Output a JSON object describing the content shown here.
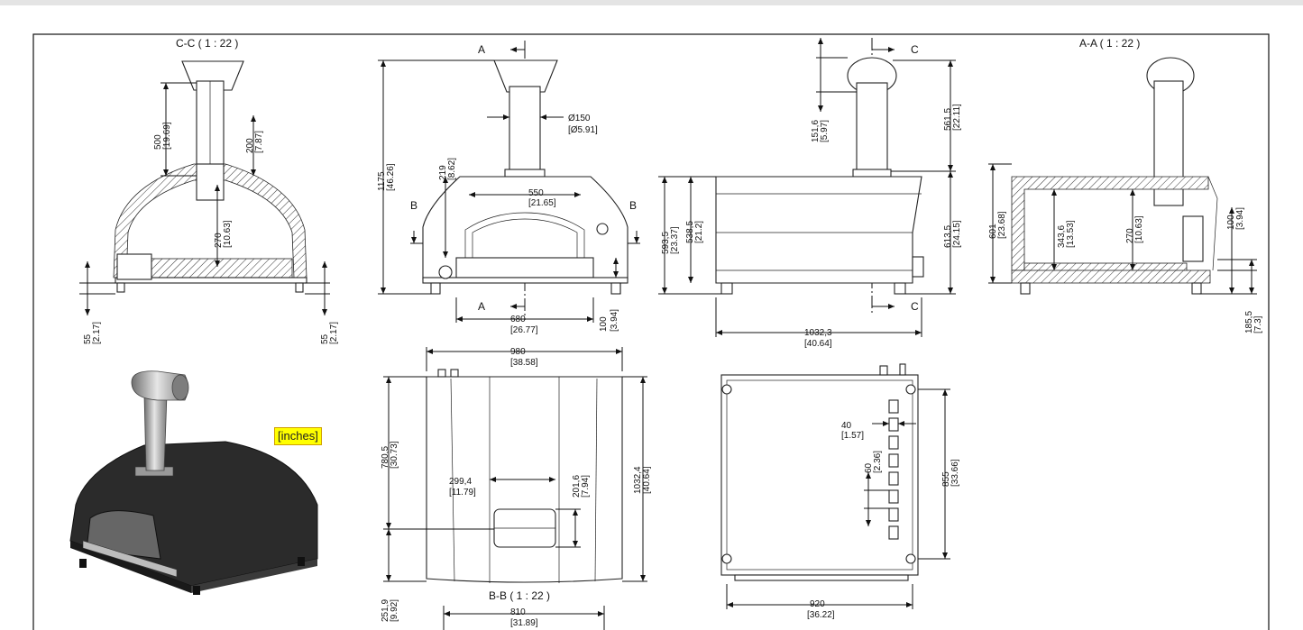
{
  "views": {
    "cc_title": "C-C ( 1 : 22 )",
    "aa_title": "A-A ( 1 : 22 )",
    "bb_title": "B-B ( 1 : 22 )"
  },
  "section_marks": {
    "a": "A",
    "b": "B",
    "c": "C"
  },
  "dimensions": {
    "d500": "500",
    "d500i": "[19.69]",
    "d200": "200",
    "d200i": "[7.87]",
    "d270": "270",
    "d270i": "[10.63]",
    "d55": "55",
    "d55i": "[2.17]",
    "d1175": "1175",
    "d1175i": "[46.26]",
    "d219": "219",
    "d219i": "[8.62]",
    "d150": "Ø150",
    "d150i": "[Ø5.91]",
    "d550": "550",
    "d550i": "[21.65]",
    "d680": "680",
    "d680i": "[26.77]",
    "d100": "100",
    "d100i": "[3.94]",
    "d5935": "593,5",
    "d5935i": "[23.37]",
    "d5385": "538,5",
    "d5385i": "[21.2]",
    "d1516": "151,6",
    "d1516i": "[5.97]",
    "d5615": "561,5",
    "d5615i": "[22.11]",
    "d6135": "613,5",
    "d6135i": "[24.15]",
    "d10323": "1032,3",
    "d10323i": "[40.64]",
    "d601": "601",
    "d601i": "[23.68]",
    "d3436": "343,6",
    "d3436i": "[13.53]",
    "d1855": "185,5",
    "d1855i": "[7.3]",
    "d980": "980",
    "d980i": "[38.58]",
    "d7805": "780,5",
    "d7805i": "[30.73]",
    "d2994": "299,4",
    "d2994i": "[11.79]",
    "d2016": "201,6",
    "d2016i": "[7.94]",
    "d10324": "1032,4",
    "d10324i": "[40.64]",
    "d2519": "251,9",
    "d2519i": "[9.92]",
    "d810": "810",
    "d810i": "[31.89]",
    "d40": "40",
    "d40i": "[1.57]",
    "d60": "60",
    "d60i": "[2.36]",
    "d855": "855",
    "d855i": "[33.66]",
    "d920": "920",
    "d920i": "[36.22]"
  },
  "units_tag": "[inches]",
  "colors": {
    "line": "#111111",
    "tag": "#ffff00",
    "body": "#2b2b2b",
    "steel": "#b8b8b8"
  }
}
